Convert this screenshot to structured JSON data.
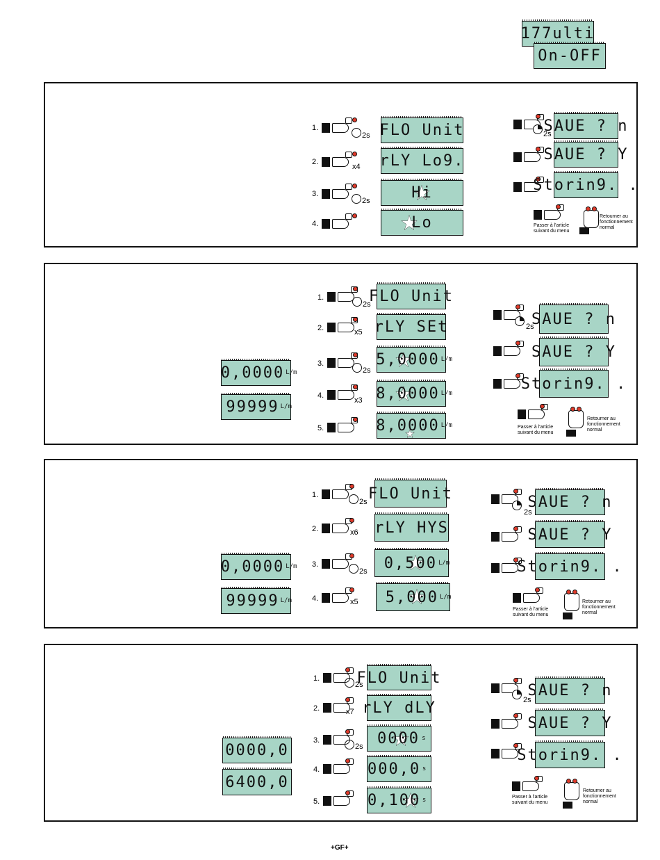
{
  "header": {
    "lcd_top": "177ulti",
    "lcd_bottom": "On-OFF"
  },
  "common": {
    "save_n": "SAUE ? n",
    "save_y": "SAUE ? Y",
    "storing": "Storin9. .",
    "timer_2s": "2s",
    "next_caption_1": "Passer à l'article",
    "next_caption_2": "suivant du menu",
    "return_caption_1": "Retourner au",
    "return_caption_2": "fonctionnement",
    "return_caption_3": "normal"
  },
  "panel1": {
    "steps": [
      {
        "num": "1.",
        "suffix": "2s",
        "lcd": "FLO Unit"
      },
      {
        "num": "2.",
        "suffix": "x4",
        "lcd": "rLY Lo9."
      },
      {
        "num": "3.",
        "suffix": "2s",
        "lcd": "Hi"
      },
      {
        "num": "4.",
        "suffix": "",
        "lcd": "Lo"
      }
    ]
  },
  "panel2": {
    "range_min": "0,0000",
    "range_max": "99999",
    "steps": [
      {
        "num": "1.",
        "suffix": "2s",
        "lcd": "FLO Unit"
      },
      {
        "num": "2.",
        "suffix": "x5",
        "lcd": "rLY SEt"
      },
      {
        "num": "3.",
        "suffix": "2s",
        "lcd": "5,0000"
      },
      {
        "num": "4.",
        "suffix": "x3",
        "lcd": "8,0000"
      },
      {
        "num": "5.",
        "suffix": "",
        "lcd": "8,0000"
      }
    ]
  },
  "panel3": {
    "range_min": "0,0000",
    "range_max": "99999",
    "steps": [
      {
        "num": "1.",
        "suffix": "2s",
        "lcd": "FLO Unit"
      },
      {
        "num": "2.",
        "suffix": "x6",
        "lcd": "rLY HYS"
      },
      {
        "num": "3.",
        "suffix": "2s",
        "lcd": "0,500"
      },
      {
        "num": "4.",
        "suffix": "x5",
        "lcd": "5,000"
      }
    ]
  },
  "panel4": {
    "range_min": "0000,0",
    "range_max": "6400,0",
    "steps": [
      {
        "num": "1.",
        "suffix": "2s",
        "lcd": "FLO Unit"
      },
      {
        "num": "2.",
        "suffix": "x7",
        "lcd": "rLY dLY"
      },
      {
        "num": "3.",
        "suffix": "2s",
        "lcd": "0000"
      },
      {
        "num": "4.",
        "suffix": "",
        "lcd": "000,0"
      },
      {
        "num": "5.",
        "suffix": "",
        "lcd": "0,100"
      }
    ]
  },
  "units": {
    "flow": "L/m",
    "seconds": "s"
  },
  "footer": {
    "logo": "+GF+"
  }
}
